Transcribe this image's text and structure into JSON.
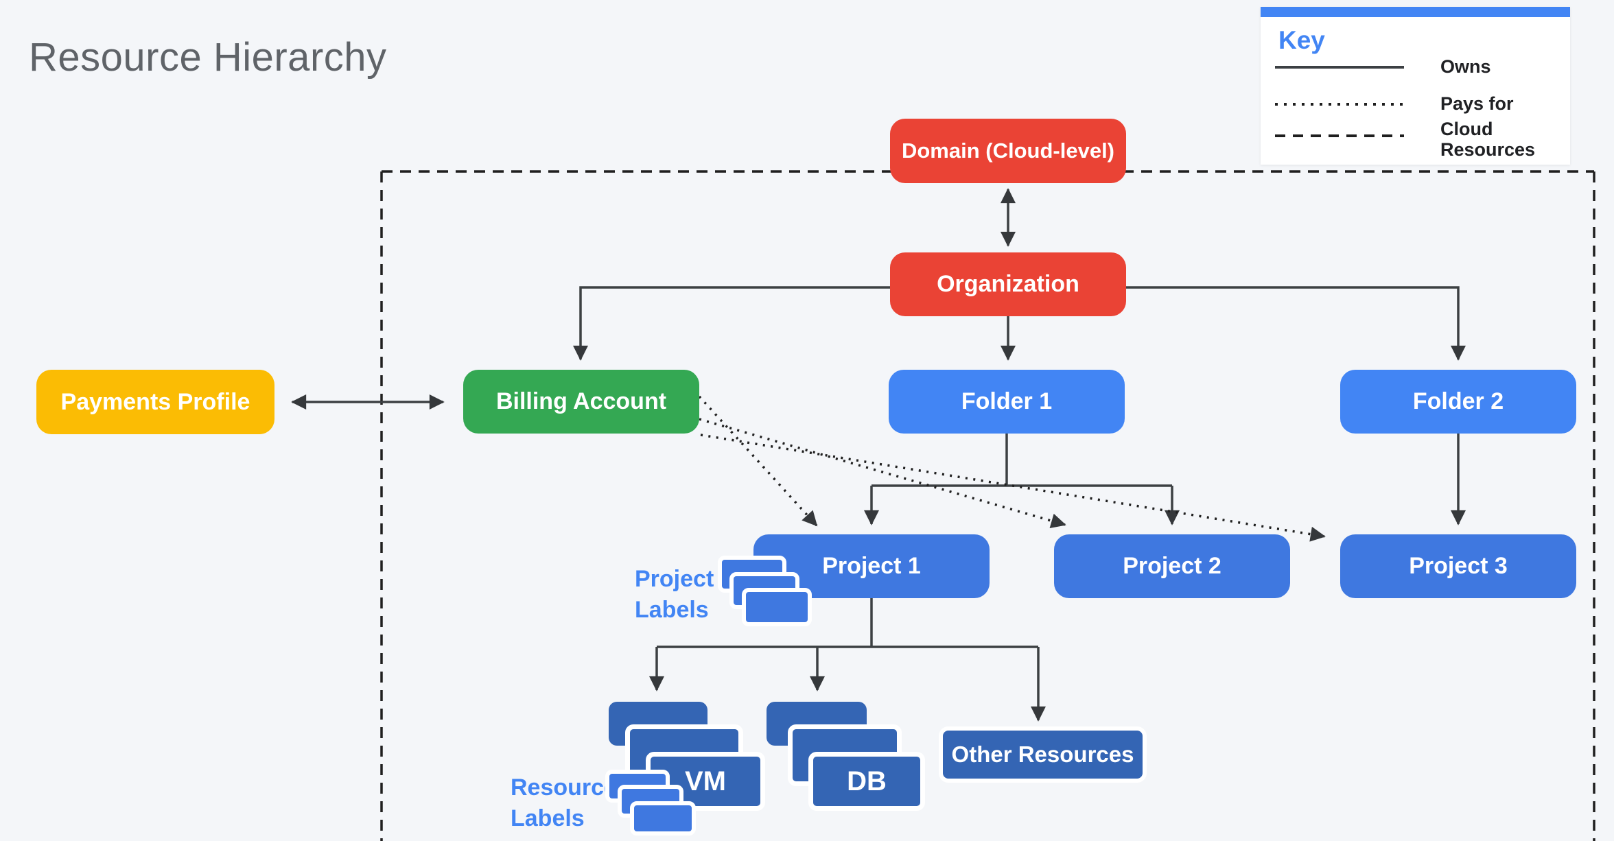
{
  "title": "Resource Hierarchy",
  "key": {
    "title": "Key",
    "items": [
      {
        "line_style": "solid",
        "label": "Owns"
      },
      {
        "line_style": "dotted",
        "label": "Pays for"
      },
      {
        "line_style": "dashed",
        "label": "Cloud Resources"
      }
    ]
  },
  "nodes": {
    "domain": {
      "label": "Domain (Cloud-level)",
      "color": "#EA4335"
    },
    "organization": {
      "label": "Organization",
      "color": "#EA4335"
    },
    "payments_profile": {
      "label": "Payments Profile",
      "color": "#FBBC04"
    },
    "billing_account": {
      "label": "Billing Account",
      "color": "#34A853"
    },
    "folder1": {
      "label": "Folder 1",
      "color": "#4285F4"
    },
    "folder2": {
      "label": "Folder 2",
      "color": "#4285F4"
    },
    "project1": {
      "label": "Project 1",
      "color": "#3F78E0"
    },
    "project2": {
      "label": "Project 2",
      "color": "#3F78E0"
    },
    "project3": {
      "label": "Project 3",
      "color": "#3F78E0"
    },
    "vm": {
      "label": "VM",
      "color": "#3465B4"
    },
    "db": {
      "label": "DB",
      "color": "#3465B4"
    },
    "other_resources": {
      "label": "Other Resources",
      "color": "#3465B4"
    }
  },
  "annotations": {
    "project_labels": "Project Labels",
    "resource_labels": "Resource Labels"
  },
  "colors": {
    "background": "#F4F6F9",
    "connector": "#3C4043",
    "boundary": "#1F1F1F",
    "accent_blue": "#4285F4",
    "title_gray": "#5F6368",
    "label_card_blue": "#3F78E0",
    "resource_card_blue": "#3465B4"
  }
}
